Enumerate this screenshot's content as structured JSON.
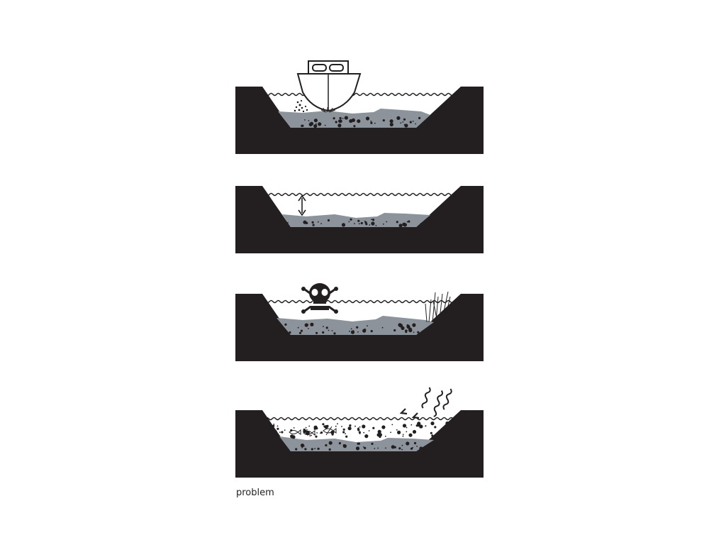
{
  "caption": "problem",
  "colors": {
    "ground": "#231f20",
    "sediment": "#8c939b",
    "water_line": "#231f20",
    "background": "#ffffff"
  },
  "panels": [
    {
      "name": "dredging-boat-panel",
      "icons": [
        "boat-icon",
        "sediment-spray-icon"
      ]
    },
    {
      "name": "shallow-depth-panel",
      "icons": [
        "depth-arrow-icon"
      ]
    },
    {
      "name": "toxic-contamination-panel",
      "icons": [
        "skull-crossbones-icon",
        "reeds-icon"
      ]
    },
    {
      "name": "suspended-sediment-panel",
      "icons": [
        "wave-impact-icon",
        "fish-icon"
      ]
    }
  ]
}
